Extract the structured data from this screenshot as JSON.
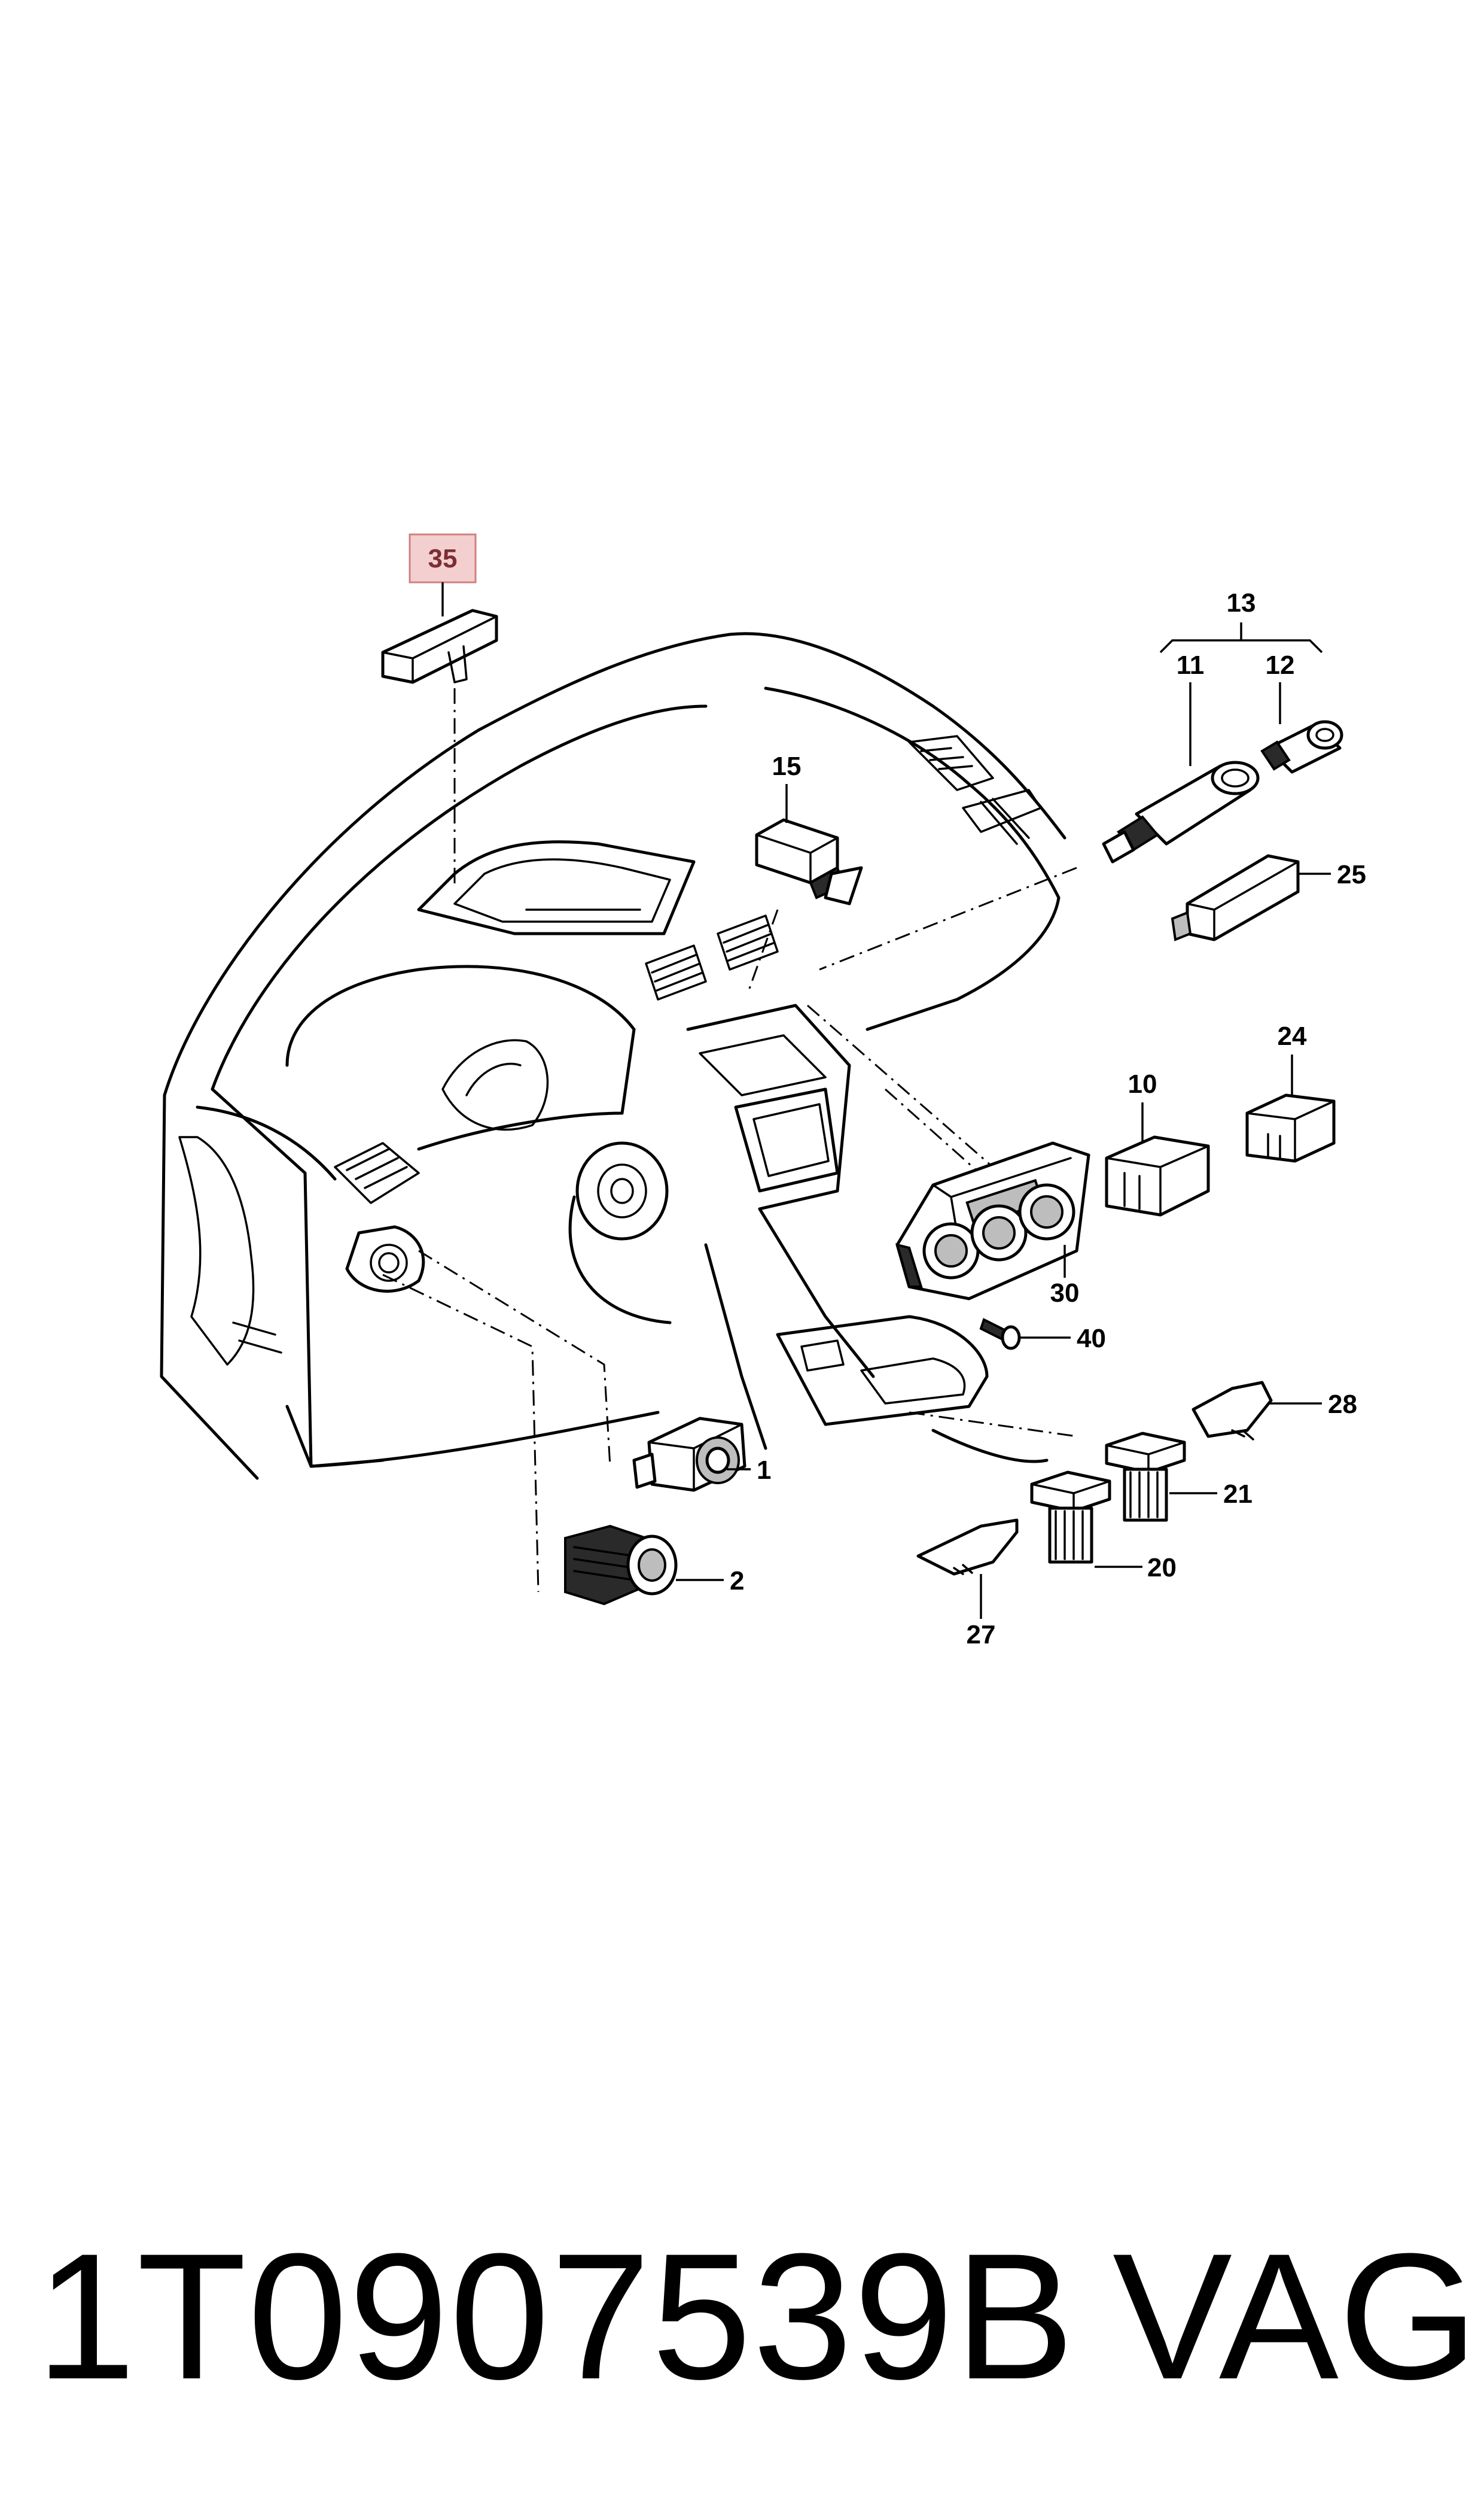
{
  "callouts": {
    "c35": "35",
    "c13": "13",
    "c11": "11",
    "c12": "12",
    "c15": "15",
    "c25": "25",
    "c24": "24",
    "c10": "10",
    "c30": "30",
    "c40": "40",
    "c28": "28",
    "c1": "1",
    "c21": "21",
    "c20": "20",
    "c2": "2",
    "c27": "27"
  },
  "highlight_color": "#f4cfcf",
  "part_number": "1T0907539B",
  "brand": "VAG"
}
